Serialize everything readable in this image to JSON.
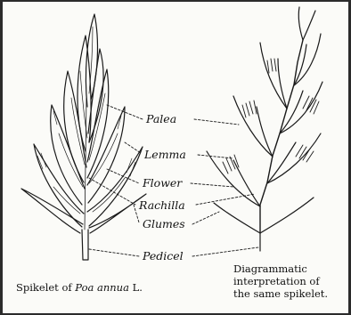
{
  "labels": {
    "palea": "Palea",
    "lemma": "Lemma",
    "flower": "Flower",
    "rachilla": "Rachilla",
    "glumes": "Glumes",
    "pedicel": "Pedicel"
  },
  "captions": {
    "left_prefix": "Spikelet of ",
    "left_species": "Poa annua",
    "left_suffix": " L.",
    "right_line1": "Diagrammatic",
    "right_line2": "interpretation of",
    "right_line3": "the same spikelet."
  }
}
